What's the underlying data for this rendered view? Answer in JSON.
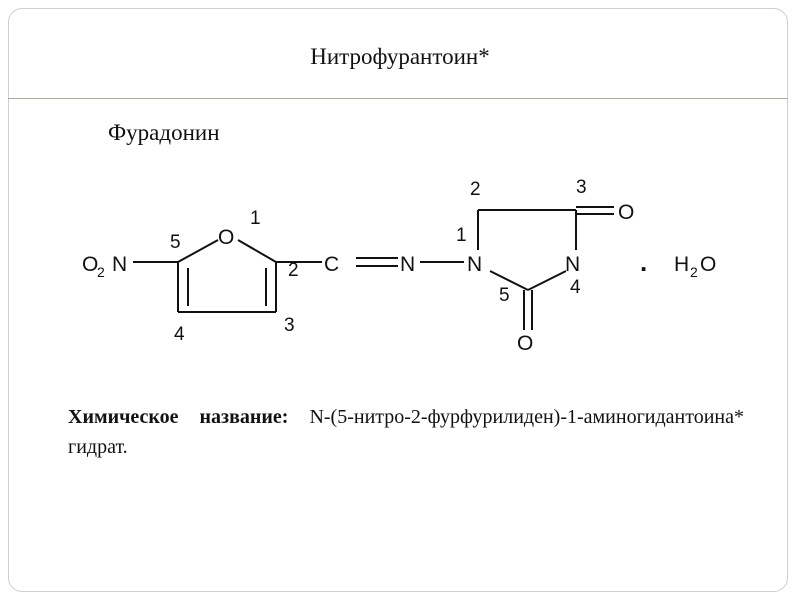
{
  "slide": {
    "title": "Нитрофурантоин*",
    "subtitle": "Фурадонин",
    "chemical_name_label": "Химическое название:",
    "chemical_name_value": " N-(5-нитро-2-фурфурилиден)-1-аминогидантоина* гидрат."
  },
  "structure": {
    "atoms": {
      "nitro_O": "O",
      "nitro_sub": "2",
      "nitro_N": "N",
      "furan_O": "O",
      "c_methine": "C",
      "imine_N": "N",
      "ring_N1": "N",
      "ring_N3": "N",
      "carbonyl_O_top": "O",
      "carbonyl_O_bottom": "O",
      "water_H": "H",
      "water_sub": "2",
      "water_O": "O",
      "dot": "."
    },
    "furan_numbers": [
      "1",
      "2",
      "3",
      "4",
      "5"
    ],
    "hydantoin_numbers": [
      "1",
      "2",
      "3",
      "4",
      "5"
    ]
  },
  "colors": {
    "text": "#111111",
    "frame": "#cfcfcf",
    "rule": "#b9a89e"
  }
}
